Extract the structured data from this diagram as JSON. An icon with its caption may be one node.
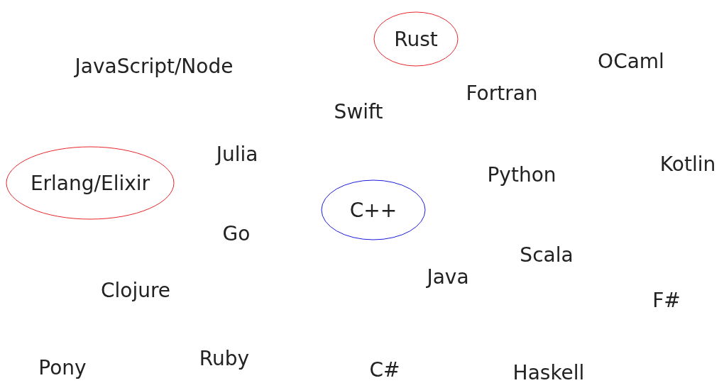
{
  "diagram": {
    "nodes": [
      {
        "text": [
          "Rust"
        ]
      },
      {
        "text": [
          "Erlang/Elixir"
        ]
      },
      {
        "text": [
          "C++"
        ]
      }
    ],
    "labels": [
      "JavaScript/Node",
      "OCaml",
      "Fortran",
      "Swift",
      "Julia",
      "Kotlin",
      "Python",
      "Go",
      "Scala",
      "Java",
      "Clojure",
      "F#",
      "Ruby",
      "Pony",
      "C#",
      "Haskell"
    ]
  }
}
